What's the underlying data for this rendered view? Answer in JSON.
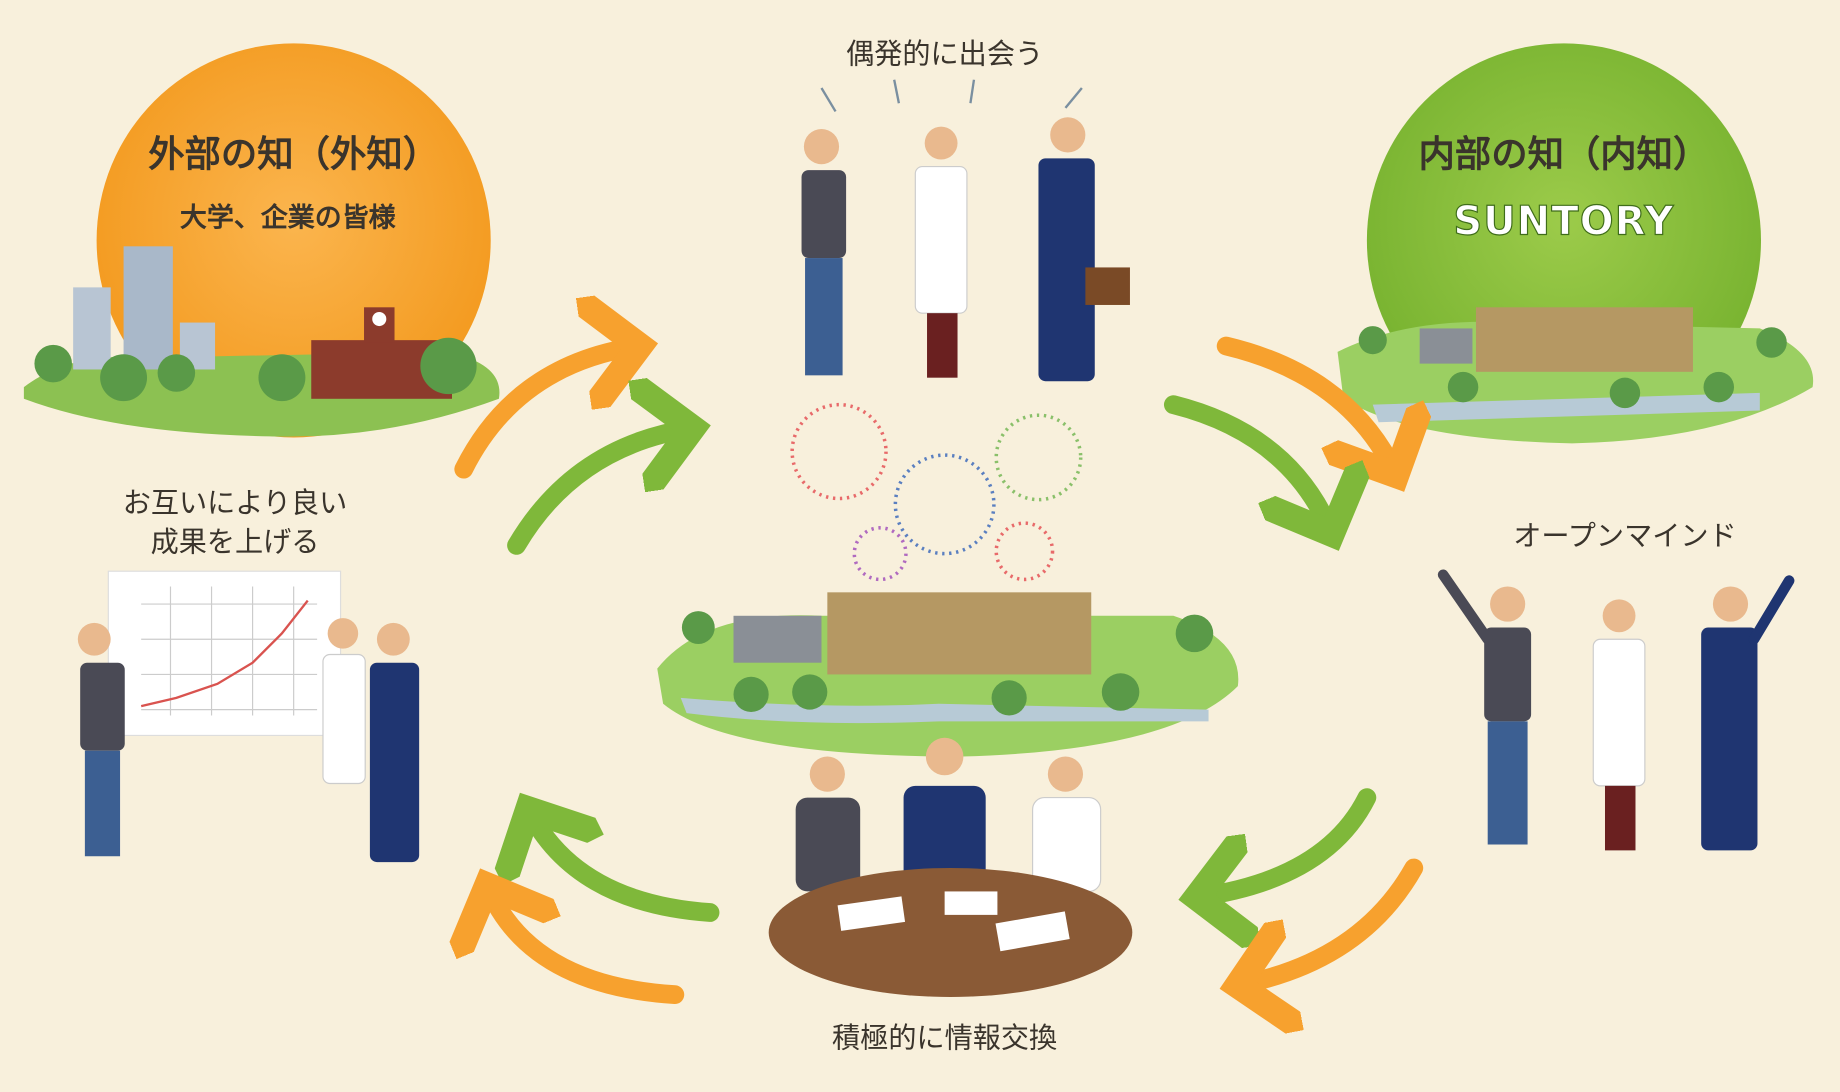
{
  "external": {
    "title": "外部の知（外知）",
    "subtitle": "大学、企業の皆様"
  },
  "internal": {
    "title": "内部の知（内知）",
    "brand": "SUNTORY"
  },
  "captions": {
    "meet": "偶発的に出会う",
    "open_mind": "オープンマインド",
    "exchange": "積極的に情報交換",
    "result_line1": "お互いにより良い",
    "result_line2": "成果を上げる"
  },
  "colors": {
    "background": "#f8f0dc",
    "orange": "#f7a12e",
    "green": "#7fb83a",
    "text": "#3a342c"
  }
}
